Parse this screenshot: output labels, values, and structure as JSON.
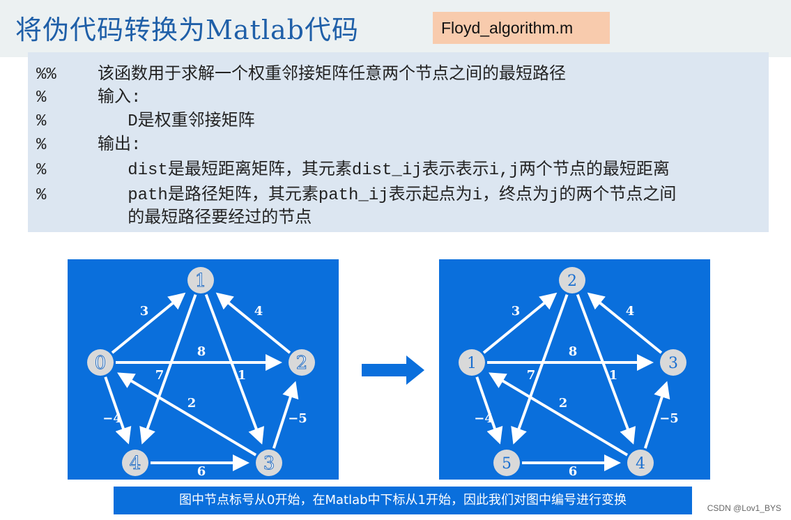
{
  "header": {
    "title": "将伪代码转换为Matlab代码",
    "file_tag": "Floyd_algorithm.m"
  },
  "code": [
    {
      "prefix": "%%",
      "text": "该函数用于求解一个权重邻接矩阵任意两个节点之间的最短路径"
    },
    {
      "prefix": "%",
      "text": "输入:"
    },
    {
      "prefix": "%",
      "text": "   D是权重邻接矩阵"
    },
    {
      "prefix": "%",
      "text": "输出:"
    },
    {
      "prefix": "%",
      "text": "   dist是最短距离矩阵，其元素dist_ij表示表示i,j两个节点的最短距离"
    },
    {
      "prefix": "%",
      "text": "   path是路径矩阵，其元素path_ij表示起点为i，终点为j的两个节点之间"
    },
    {
      "prefix": "",
      "text": "   的最短路径要经过的节点"
    }
  ],
  "graphs": [
    {
      "name": "original",
      "node_labels": [
        "0",
        "1",
        "2",
        "3",
        "4"
      ]
    },
    {
      "name": "renumbered",
      "node_labels": [
        "1",
        "2",
        "3",
        "4",
        "5"
      ]
    }
  ],
  "edges": [
    {
      "from": 0,
      "to": 1,
      "weight": "3"
    },
    {
      "from": 2,
      "to": 1,
      "weight": "4"
    },
    {
      "from": 0,
      "to": 2,
      "weight": "8"
    },
    {
      "from": 1,
      "to": 4,
      "weight": "7"
    },
    {
      "from": 1,
      "to": 3,
      "weight": "1"
    },
    {
      "from": 3,
      "to": 0,
      "weight": "2"
    },
    {
      "from": 0,
      "to": 4,
      "weight": "−4"
    },
    {
      "from": 3,
      "to": 2,
      "weight": "−5"
    },
    {
      "from": 4,
      "to": 3,
      "weight": "6"
    }
  ],
  "caption": "图中节点标号从0开始，在Matlab中下标从1开始，因此我们对图中编号进行变换",
  "watermark": "CSDN @Lov1_BYS",
  "colors": {
    "panel": "#0a6fdc",
    "node": "#d9d9d9",
    "title": "#1f5fa8"
  }
}
